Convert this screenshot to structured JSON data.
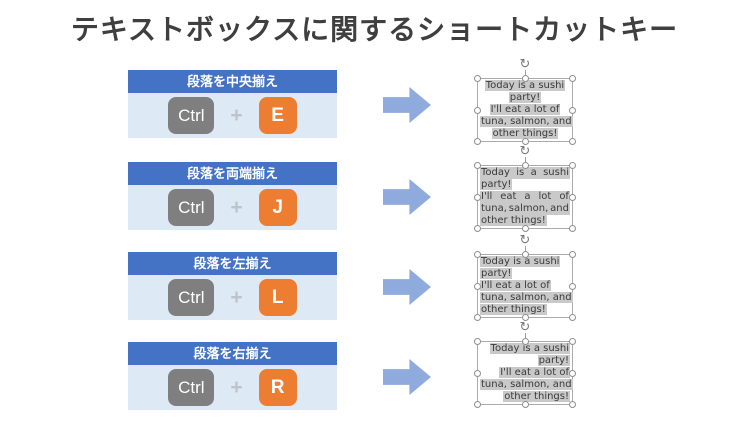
{
  "title": "テキストボックスに関するショートカットキー",
  "colors": {
    "header_blue": "#4472C4",
    "panel_blue": "#DEE9F6",
    "key_gray": "#7F7F7F",
    "key_orange": "#ED7D31",
    "plus_gray": "#BDC3CA",
    "arrow_blue": "#8FAADC",
    "highlight": "#C9C9C9",
    "title_color": "#3F3F3F",
    "text_color": "#3A3A3A"
  },
  "icons": {
    "rotate_handle": "↻"
  },
  "rows": [
    {
      "header": "段落を中央揃え",
      "modifier_key": "Ctrl",
      "plus": "+",
      "letter_key": "E"
    },
    {
      "header": "段落を両端揃え",
      "modifier_key": "Ctrl",
      "plus": "+",
      "letter_key": "J"
    },
    {
      "header": "段落を左揃え",
      "modifier_key": "Ctrl",
      "plus": "+",
      "letter_key": "L"
    },
    {
      "header": "段落を右揃え",
      "modifier_key": "Ctrl",
      "plus": "+",
      "letter_key": "R"
    }
  ],
  "textboxes": [
    {
      "align": "center",
      "lines": [
        "Today is a sushi",
        "party!",
        "I'll eat a lot of",
        "tuna, salmon, and",
        "other things!"
      ]
    },
    {
      "align": "justify",
      "lines": [
        "Today is a sushi",
        "party!",
        "I'll eat a lot of",
        "tuna, salmon, and",
        "other things!"
      ],
      "paragraph_end_lines": [
        1,
        4
      ]
    },
    {
      "align": "left",
      "lines": [
        "Today is a sushi",
        "party!",
        "I'll eat a lot of",
        "tuna, salmon, and",
        "other things!"
      ]
    },
    {
      "align": "right",
      "lines": [
        "Today is a sushi",
        "party!",
        "I'll eat a lot of",
        "tuna, salmon, and",
        "other things!"
      ]
    }
  ]
}
